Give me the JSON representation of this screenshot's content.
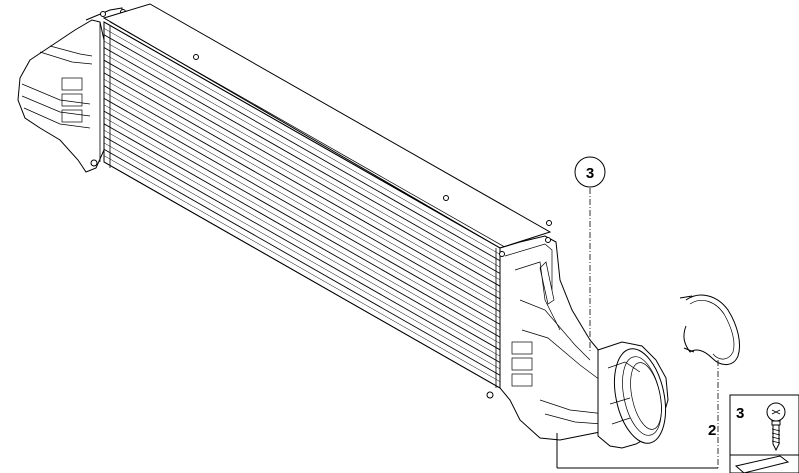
{
  "diagram": {
    "callouts": [
      {
        "id": "callout-3",
        "label": "3"
      }
    ],
    "part_numbers": [
      {
        "id": "part-2",
        "label": "2"
      },
      {
        "id": "part-3",
        "label": "3"
      }
    ],
    "colors": {
      "line": "#000000",
      "background": "#ffffff"
    }
  }
}
